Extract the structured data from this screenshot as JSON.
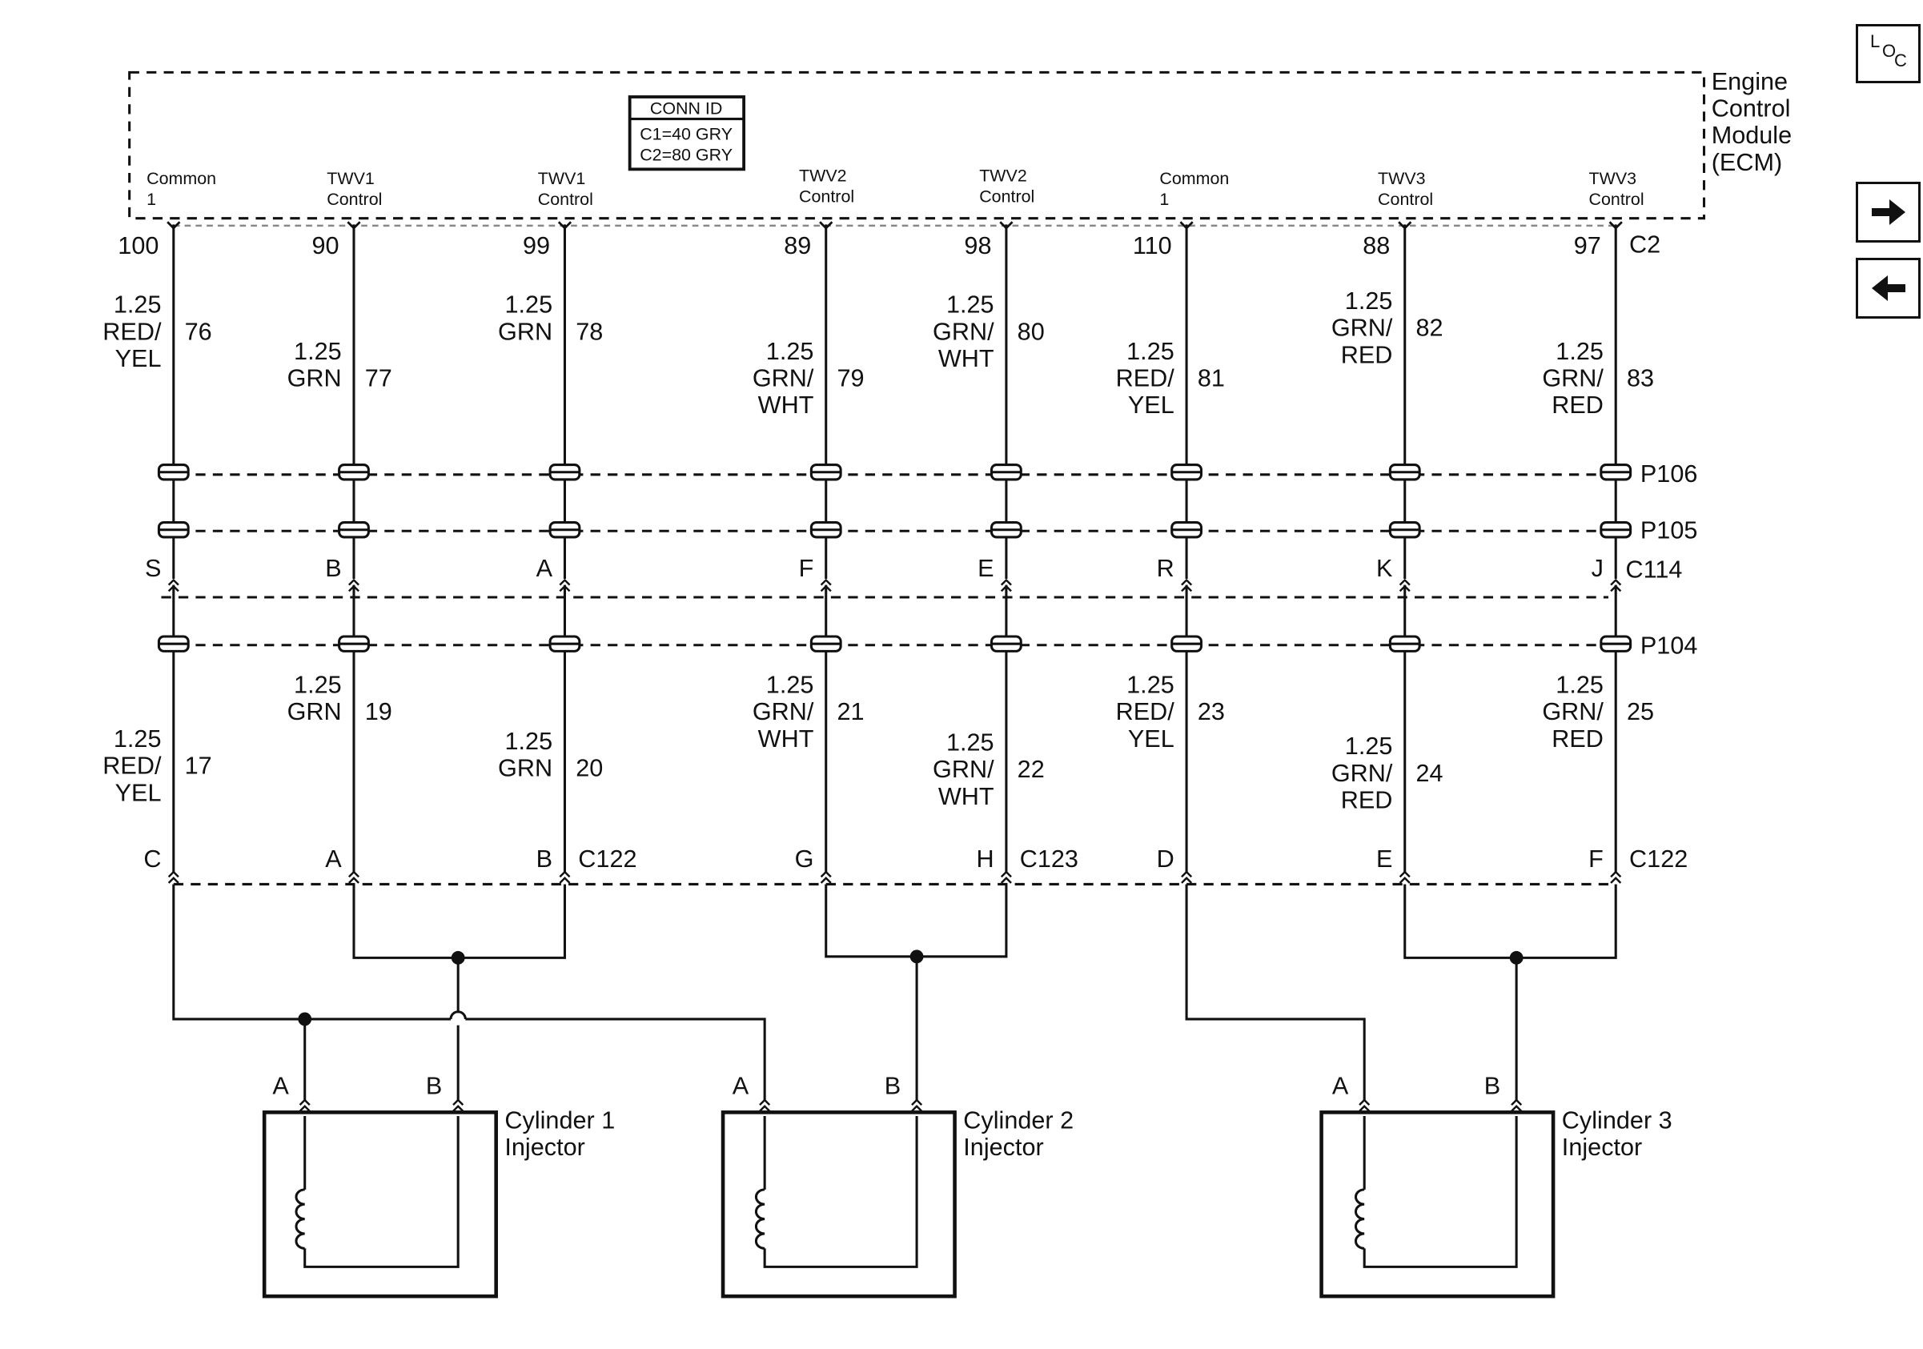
{
  "ecm": {
    "name": [
      "Engine",
      "Control",
      "Module",
      "(ECM)"
    ]
  },
  "conn_id": {
    "title": "CONN ID",
    "lines": [
      "C1=40 GRY",
      "C2=80 GRY"
    ]
  },
  "nav": {
    "loc": {
      "l": "L",
      "o": "O",
      "c": "C"
    },
    "forward_icon": "arrow-right-icon",
    "back_icon": "arrow-left-icon"
  },
  "ecm_connector": "C2",
  "inline_connectors": {
    "p106": "P106",
    "p105": "P105",
    "c114": "C114",
    "p104": "P104"
  },
  "columns": [
    {
      "ecm_label": [
        "Common",
        "1"
      ],
      "ecm_pin": "100",
      "wire_top": [
        "1.25",
        "RED/",
        "YEL"
      ],
      "circuit_top": "76",
      "c114_pin": "S",
      "wire_bottom": [
        "1.25",
        "RED/",
        "YEL"
      ],
      "circuit_bottom": "17",
      "bottom_pin": "C",
      "bottom_conn": ""
    },
    {
      "ecm_label": [
        "TWV1",
        "Control"
      ],
      "ecm_pin": "90",
      "wire_top": [
        "1.25",
        "GRN"
      ],
      "circuit_top": "77",
      "c114_pin": "B",
      "wire_bottom": [
        "1.25",
        "GRN"
      ],
      "circuit_bottom": "19",
      "bottom_pin": "A",
      "bottom_conn": ""
    },
    {
      "ecm_label": [
        "TWV1",
        "Control"
      ],
      "ecm_pin": "99",
      "wire_top": [
        "1.25",
        "GRN"
      ],
      "circuit_top": "78",
      "c114_pin": "A",
      "wire_bottom": [
        "1.25",
        "GRN"
      ],
      "circuit_bottom": "20",
      "bottom_pin": "B",
      "bottom_conn": "C122"
    },
    {
      "ecm_label": [
        "TWV2",
        "Control"
      ],
      "ecm_pin": "89",
      "wire_top": [
        "1.25",
        "GRN/",
        "WHT"
      ],
      "circuit_top": "79",
      "c114_pin": "F",
      "wire_bottom": [
        "1.25",
        "GRN/",
        "WHT"
      ],
      "circuit_bottom": "21",
      "bottom_pin": "G",
      "bottom_conn": ""
    },
    {
      "ecm_label": [
        "TWV2",
        "Control"
      ],
      "ecm_pin": "98",
      "wire_top": [
        "1.25",
        "GRN/",
        "WHT"
      ],
      "circuit_top": "80",
      "c114_pin": "E",
      "wire_bottom": [
        "1.25",
        "GRN/",
        "WHT"
      ],
      "circuit_bottom": "22",
      "bottom_pin": "H",
      "bottom_conn": "C123"
    },
    {
      "ecm_label": [
        "Common",
        "1"
      ],
      "ecm_pin": "110",
      "wire_top": [
        "1.25",
        "RED/",
        "YEL"
      ],
      "circuit_top": "81",
      "c114_pin": "R",
      "wire_bottom": [
        "1.25",
        "RED/",
        "YEL"
      ],
      "circuit_bottom": "23",
      "bottom_pin": "D",
      "bottom_conn": ""
    },
    {
      "ecm_label": [
        "TWV3",
        "Control"
      ],
      "ecm_pin": "88",
      "wire_top": [
        "1.25",
        "GRN/",
        "RED"
      ],
      "circuit_top": "82",
      "c114_pin": "K",
      "wire_bottom": [
        "1.25",
        "GRN/",
        "RED"
      ],
      "circuit_bottom": "24",
      "bottom_pin": "E",
      "bottom_conn": ""
    },
    {
      "ecm_label": [
        "TWV3",
        "Control"
      ],
      "ecm_pin": "97",
      "wire_top": [
        "1.25",
        "GRN/",
        "RED"
      ],
      "circuit_top": "83",
      "c114_pin": "J",
      "wire_bottom": [
        "1.25",
        "GRN/",
        "RED"
      ],
      "circuit_bottom": "25",
      "bottom_pin": "F",
      "bottom_conn": "C122"
    }
  ],
  "injectors": [
    {
      "name": [
        "Cylinder 1",
        "Injector"
      ],
      "pin_a": "A",
      "pin_b": "B"
    },
    {
      "name": [
        "Cylinder 2",
        "Injector"
      ],
      "pin_a": "A",
      "pin_b": "B"
    },
    {
      "name": [
        "Cylinder 3",
        "Injector"
      ],
      "pin_a": "A",
      "pin_b": "B"
    }
  ]
}
